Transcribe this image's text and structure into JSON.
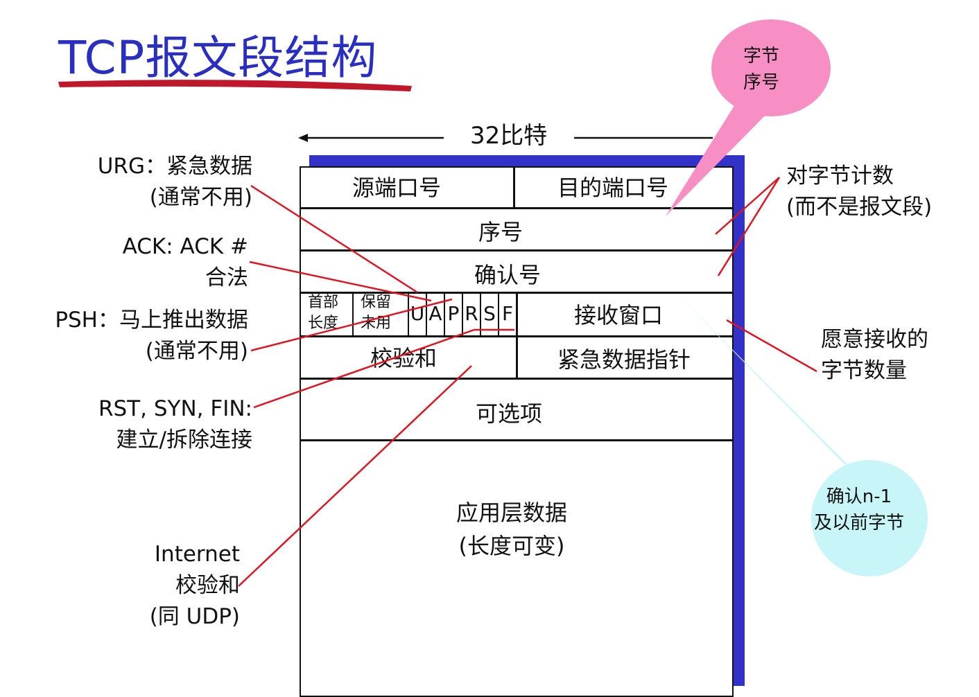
{
  "title": "TCP报文段结构",
  "bit_width_label": "32比特",
  "fields": {
    "source_port": "源端口号",
    "dest_port": "目的端口号",
    "sequence_number": "序号",
    "ack_number": "确认号",
    "header_length": [
      "首部",
      "长度"
    ],
    "reserved": [
      "保留",
      "未用"
    ],
    "flags": [
      "U",
      "A",
      "P",
      "R",
      "S",
      "F"
    ],
    "receive_window": "接收窗口",
    "checksum": "校验和",
    "urgent_pointer": "紧急数据指针",
    "options": "可选项",
    "app_data": [
      "应用层数据",
      "(长度可变)"
    ]
  },
  "annotations_left": {
    "urg": [
      "URG：紧急数据",
      "(通常不用)"
    ],
    "ack": [
      "ACK: ACK #",
      "合法"
    ],
    "psh": [
      "PSH：马上推出数据",
      "(通常不用)"
    ],
    "rst": [
      "RST, SYN, FIN:",
      "建立/拆除连接"
    ],
    "internet": [
      "Internet",
      "校验和",
      "(同 UDP)"
    ]
  },
  "annotations_right": {
    "count": [
      "对字节计数",
      "(而不是报文段)"
    ],
    "window": [
      "愿意接收的",
      "字节数量"
    ]
  },
  "bubbles": {
    "byte_seq": [
      "字节",
      "序号"
    ],
    "ack_info": [
      "确认n-1",
      "及以前字节"
    ]
  },
  "colors": {
    "title": "#2a2fc4",
    "underline": "#c0182a",
    "shadow": "#3232c8",
    "callout_line": "#e0141e",
    "pink_bubble": "#f78fc4",
    "cyan_bubble": "#c8f6f8"
  }
}
